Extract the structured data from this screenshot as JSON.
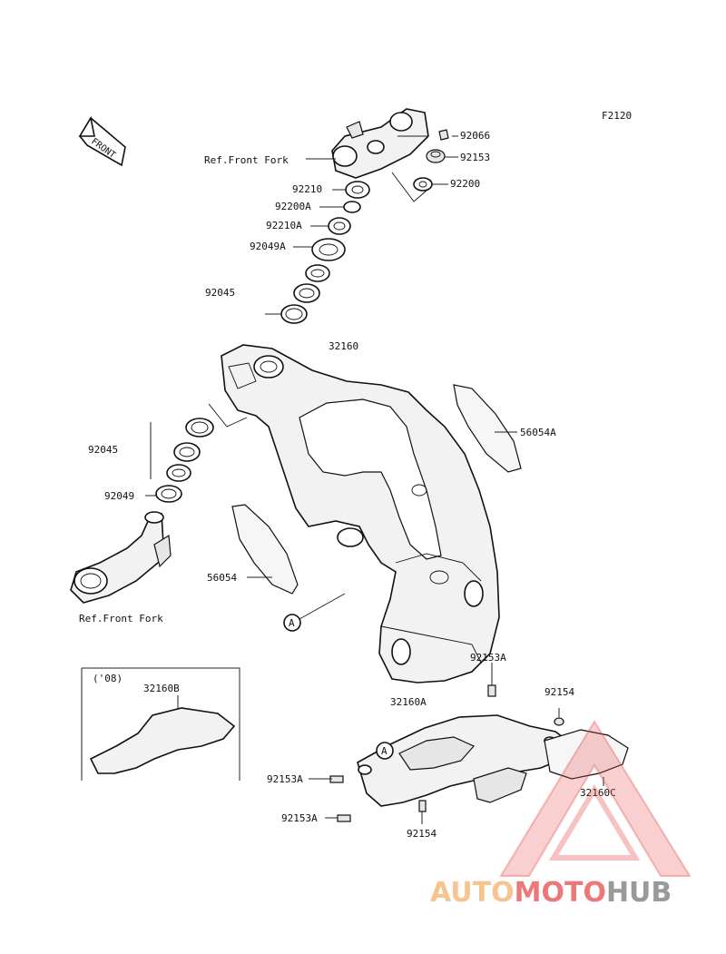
{
  "figure_code": "F2120",
  "front_arrow_label": "FRONT",
  "callout_letter": "A",
  "labels": {
    "ref_front_fork_top": "Ref.Front Fork",
    "ref_front_fork_bottom": "Ref.Front Fork",
    "p92066": "92066",
    "p92153": "92153",
    "p92200": "92200",
    "p92210": "92210",
    "p92200A": "92200A",
    "p92210A": "92210A",
    "p92049A": "92049A",
    "p92045_top": "92045",
    "p32160": "32160",
    "p56054A": "56054A",
    "p92045_mid": "92045",
    "p92049": "92049",
    "p56054": "56054",
    "p92153A_top": "92153A",
    "p32160A": "32160A",
    "p92154_top": "92154",
    "p92153A_left": "92153A",
    "p92153A_bottom": "92153A",
    "p92154_bottom": "92154",
    "p32160C": "32160C"
  },
  "inset": {
    "year": "('08)",
    "part": "32160B"
  },
  "watermark": {
    "part1": "AUTO",
    "part2": "MOTO",
    "part3": "HUB",
    "color_orange": "#f5b06a",
    "color_red": "#e84b4b",
    "color_gray": "#777777"
  }
}
